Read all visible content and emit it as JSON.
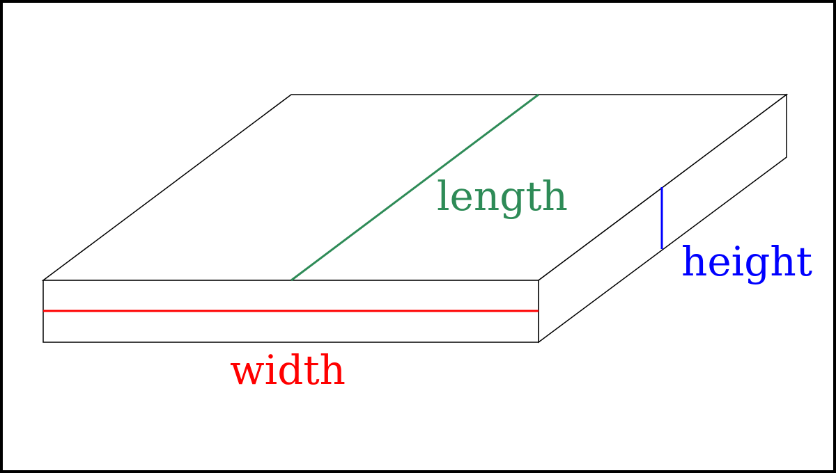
{
  "labels": {
    "length": "length",
    "height": "height",
    "width": "width"
  },
  "colors": {
    "length": "#2e8b57",
    "height": "#0000ff",
    "width": "#ff0000",
    "outline": "#000000",
    "background": "#ffffff"
  }
}
